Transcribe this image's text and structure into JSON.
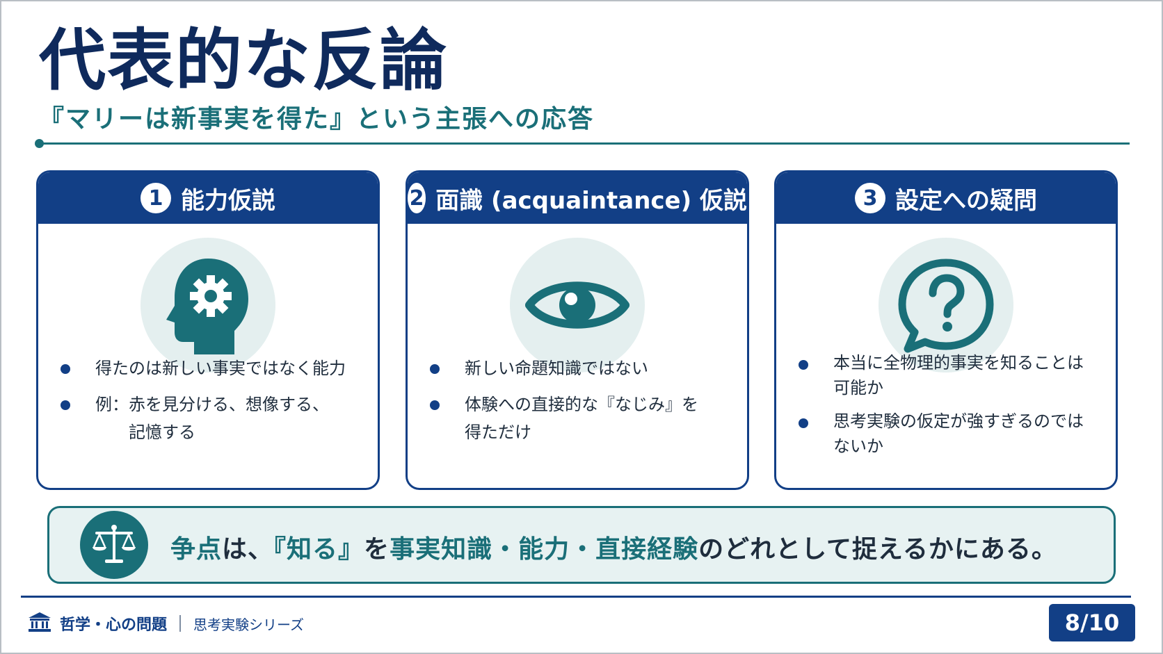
{
  "title": "代表的な反論",
  "subtitle": "『マリーは新事実を得た』という主張への応答",
  "cards": [
    {
      "number": "1",
      "title": "能力仮説",
      "icon": "head-gear-icon",
      "bullets": [
        "得たのは新しい事実ではなく能力",
        "例：赤を見分ける、想像する、\n　　記憶する"
      ]
    },
    {
      "number": "2",
      "title": "面識 (acquaintance) 仮説",
      "icon": "eye-icon",
      "bullets": [
        "新しい命題知識ではない",
        "体験への直接的な『なじみ』を\n得ただけ"
      ]
    },
    {
      "number": "3",
      "title": "設定への疑問",
      "icon": "question-bubble-icon",
      "bullets": [
        "本当に全物理的事実を知ることは\n可能か",
        "思考実験の仮定が強すぎるのでは\nないか"
      ]
    }
  ],
  "summary": {
    "icon": "balance-scale-icon",
    "parts": [
      "争点",
      "は、",
      "『知る』",
      "を",
      "事実知識・能力・直接経験",
      "のどれとして捉えるかにある。"
    ]
  },
  "footer": {
    "icon": "institution-icon",
    "series": "哲学・心の問題",
    "sub": "思考実験シリーズ",
    "page": "8/10"
  },
  "colors": {
    "navy": "#123f86",
    "title": "#0f2a5c",
    "teal": "#1a6f78",
    "icon_bg": "#e4efef"
  }
}
